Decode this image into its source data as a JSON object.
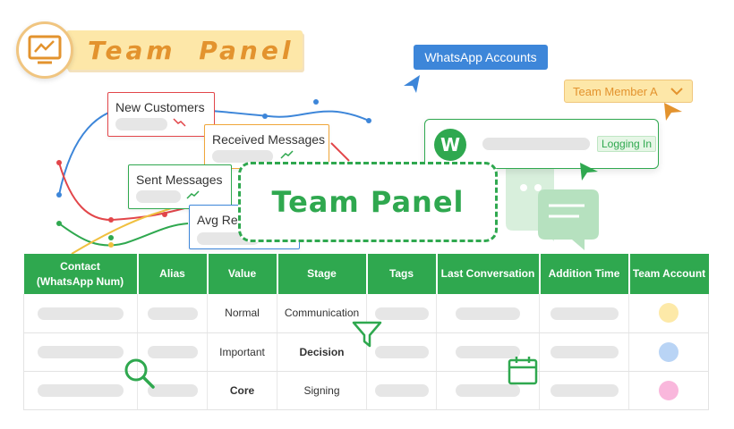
{
  "header": {
    "title": "Team Panel",
    "logo_icon": "monitor-chart-icon"
  },
  "labels": {
    "whatsapp_accounts": "WhatsApp Accounts",
    "team_member_selector": "Team Member A"
  },
  "account_card": {
    "logo_letter": "W",
    "status": "Logging In"
  },
  "metrics": {
    "new_customers": "New Customers",
    "received_messages": "Received Messages",
    "sent_messages": "Sent Messages",
    "avg_response": "Avg Re"
  },
  "center_title": "Team Panel",
  "table": {
    "headers": {
      "contact_line1": "Contact",
      "contact_line2": "(WhatsApp Num)",
      "alias": "Alias",
      "value": "Value",
      "stage": "Stage",
      "tags": "Tags",
      "last_conversation": "Last Conversation",
      "addition_time": "Addition Time",
      "team_account": "Team Account"
    },
    "rows": [
      {
        "value": "Normal",
        "stage": "Communication",
        "account_color": "#fde9a8"
      },
      {
        "value": "Important",
        "stage": "Decision",
        "account_color": "#b9d4f5"
      },
      {
        "value": "Core",
        "stage": "Signing",
        "account_color": "#f9b7dc"
      }
    ]
  },
  "colors": {
    "brand_green": "#2fa84f",
    "accent_orange": "#e3932e",
    "accent_blue": "#3d86d9",
    "accent_red": "#e2464a"
  }
}
